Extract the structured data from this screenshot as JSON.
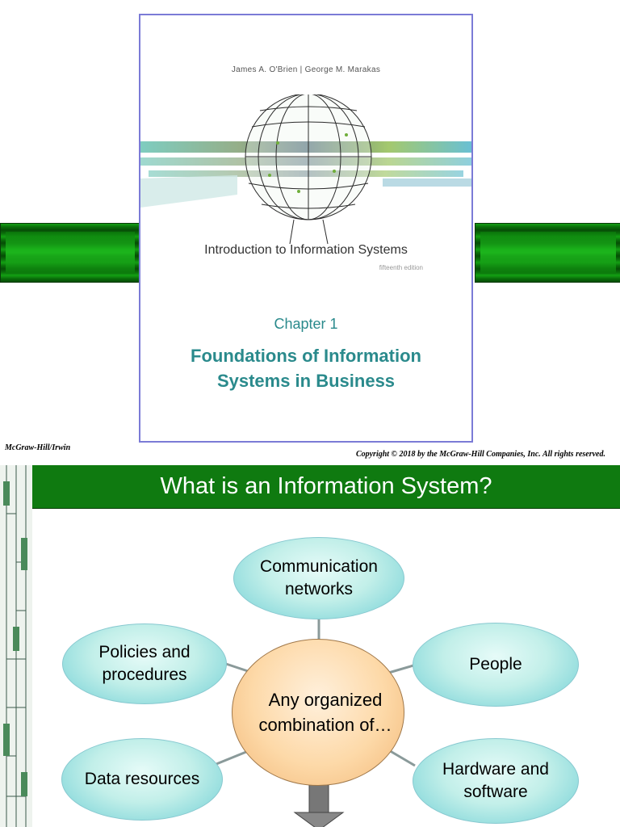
{
  "slide1": {
    "book": {
      "authors": "James A. O'Brien  |  George M. Marakas",
      "title": "Introduction to Information Systems",
      "edition": "fifteenth edition"
    },
    "chapter_label": "Chapter 1",
    "chapter_title": "Foundations of Information Systems in Business",
    "publisher": "McGraw-Hill/Irwin",
    "copyright": "Copyright © 2018 by the McGraw-Hill Companies, Inc. All rights reserved."
  },
  "slide2": {
    "title": "What is an Information System?",
    "center": "Any organized combination of…",
    "nodes": {
      "communication": "Communication networks",
      "policies": "Policies and procedures",
      "people": "People",
      "data": "Data resources",
      "hardware": "Hardware and software"
    }
  },
  "colors": {
    "accent_teal": "#2a8a8c",
    "title_bar_green": "#0f7a10",
    "oval_teal": "#c2efe9",
    "center_orange": "#fdd9a8"
  }
}
